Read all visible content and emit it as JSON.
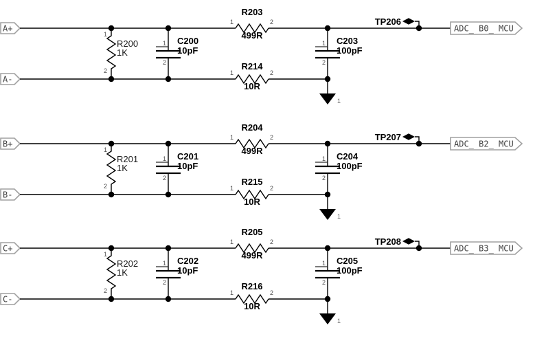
{
  "figure": {
    "type": "circuit-schematic",
    "background_color": "#ffffff",
    "wire_color": "#000000",
    "port_outline_color": "#a0a0a0",
    "port_text_color": "#404040",
    "label_color": "#000000",
    "pin_number_color": "#4d4d4d"
  },
  "pin_labels": {
    "one": "1",
    "two": "2",
    "gnd": "1"
  },
  "channels": [
    {
      "name": "A",
      "input_plus": "A+",
      "input_minus": "A-",
      "shunt_resistor": {
        "ref": "R200",
        "value": "1K"
      },
      "input_cap": {
        "ref": "C200",
        "value": "10pF"
      },
      "series_resistor_plus": {
        "ref": "R203",
        "value": "499R"
      },
      "series_resistor_minus": {
        "ref": "R214",
        "value": "10R"
      },
      "output_cap": {
        "ref": "C203",
        "value": "100pF"
      },
      "testpoint": "TP206",
      "output_net": "ADC_ B0_ MCU"
    },
    {
      "name": "B",
      "input_plus": "B+",
      "input_minus": "B-",
      "shunt_resistor": {
        "ref": "R201",
        "value": "1K"
      },
      "input_cap": {
        "ref": "C201",
        "value": "10pF"
      },
      "series_resistor_plus": {
        "ref": "R204",
        "value": "499R"
      },
      "series_resistor_minus": {
        "ref": "R215",
        "value": "10R"
      },
      "output_cap": {
        "ref": "C204",
        "value": "100pF"
      },
      "testpoint": "TP207",
      "output_net": "ADC_ B2_ MCU"
    },
    {
      "name": "C",
      "input_plus": "C+",
      "input_minus": "C-",
      "shunt_resistor": {
        "ref": "R202",
        "value": "1K"
      },
      "input_cap": {
        "ref": "C202",
        "value": "10pF"
      },
      "series_resistor_plus": {
        "ref": "R205",
        "value": "499R"
      },
      "series_resistor_minus": {
        "ref": "R216",
        "value": "10R"
      },
      "output_cap": {
        "ref": "C205",
        "value": "100pF"
      },
      "testpoint": "TP208",
      "output_net": "ADC_ B3_ MCU"
    }
  ]
}
